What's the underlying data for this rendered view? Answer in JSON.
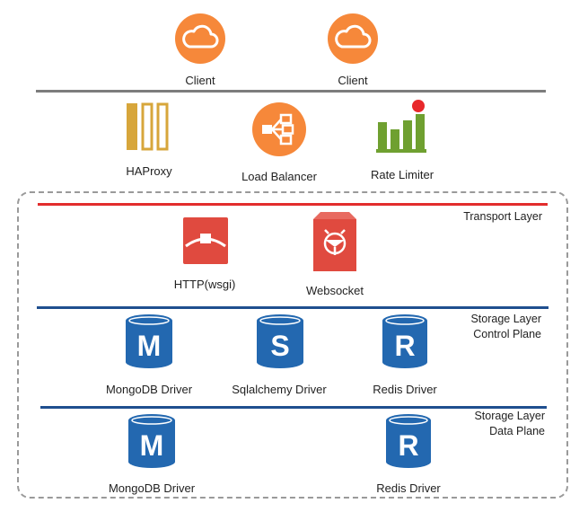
{
  "clients": [
    {
      "label": "Client"
    },
    {
      "label": "Client"
    }
  ],
  "proxy_row": {
    "haproxy": "HAProxy",
    "load_balancer": "Load Balancer",
    "rate_limiter": "Rate Limiter"
  },
  "transport_layer": {
    "title": "Transport Layer",
    "http": "HTTP(wsgi)",
    "websocket": "Websocket"
  },
  "storage_control": {
    "title_line1": "Storage Layer",
    "title_line2": "Control Plane",
    "mongodb": "MongoDB Driver",
    "mongodb_letter": "M",
    "sqlalchemy": "Sqlalchemy Driver",
    "sqlalchemy_letter": "S",
    "redis": "Redis Driver",
    "redis_letter": "R"
  },
  "storage_data": {
    "title_line1": "Storage Layer",
    "title_line2": "Data Plane",
    "mongodb": "MongoDB Driver",
    "mongodb_letter": "M",
    "redis": "Redis Driver",
    "redis_letter": "R"
  },
  "colors": {
    "orange": "#f6883a",
    "haproxy_gold": "#d7a63b",
    "rate_green": "#6fa030",
    "rate_dot": "#e8282b",
    "red": "#e04a3f",
    "db_blue": "#2368b0",
    "line_gray": "#7d7d7d",
    "line_red": "#e22d2d",
    "line_blue": "#1f4f8f"
  }
}
